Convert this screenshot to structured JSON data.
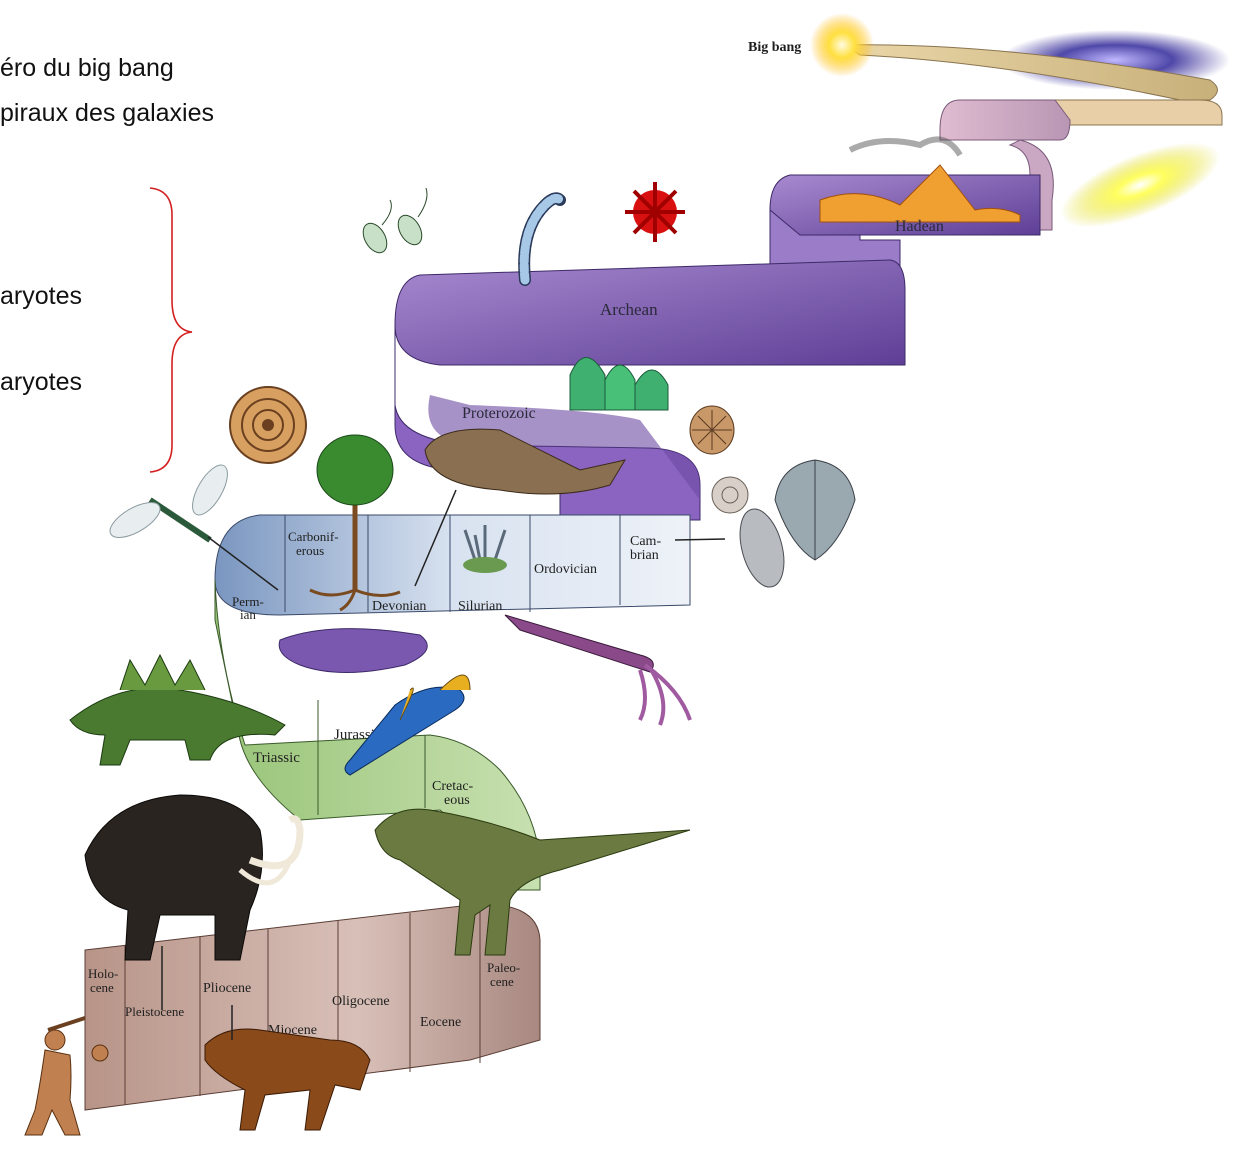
{
  "slide_text": {
    "line1": "éro du big bang",
    "line2": "piraux des galaxies",
    "line3": "aryotes",
    "line4": "aryotes"
  },
  "diagram": {
    "big_bang": "Big bang",
    "hadean": "Hadean",
    "archean": "Archean",
    "proterozoic": "Proterozoic",
    "cambrian": [
      "Cam-",
      "brian"
    ],
    "ordovician": "Ordovician",
    "silurian": "Silurian",
    "devonian": "Devonian",
    "carboniferous": [
      "Carbonif-",
      "erous"
    ],
    "permian": [
      "Perm-",
      "ian"
    ],
    "triassic": "Triassic",
    "jurassic": "Jurassic",
    "cretaceous": [
      "Cretac-",
      "eous"
    ],
    "paleocene": [
      "Paleo-",
      "cene"
    ],
    "eocene": "Eocene",
    "oligocene": "Oligocene",
    "miocene": "Miocene",
    "pliocene": "Pliocene",
    "pleistocene": "Pleistocene",
    "holocene": [
      "Holo-",
      "cene"
    ]
  },
  "colors": {
    "brace": "#d42020",
    "ribbon_top": "#e8d4a8",
    "ribbon_pink": "#d9b8c8",
    "ribbon_purple": "#8a6bb8",
    "ribbon_blue": "#b8c8dc",
    "ribbon_green": "#a8cc88",
    "ribbon_brown": "#c8aaa0"
  },
  "icons": [
    "sun-burst-icon",
    "galaxy-icon",
    "volcano-icon",
    "cyanobacteria-icon",
    "trilobite-icon",
    "ammonite-icon",
    "tree-icon",
    "fish-icon",
    "dragonfly-icon",
    "squid-icon",
    "stegosaurus-icon",
    "bird-icon",
    "trex-icon",
    "mammoth-icon",
    "horse-icon",
    "caveman-icon"
  ]
}
